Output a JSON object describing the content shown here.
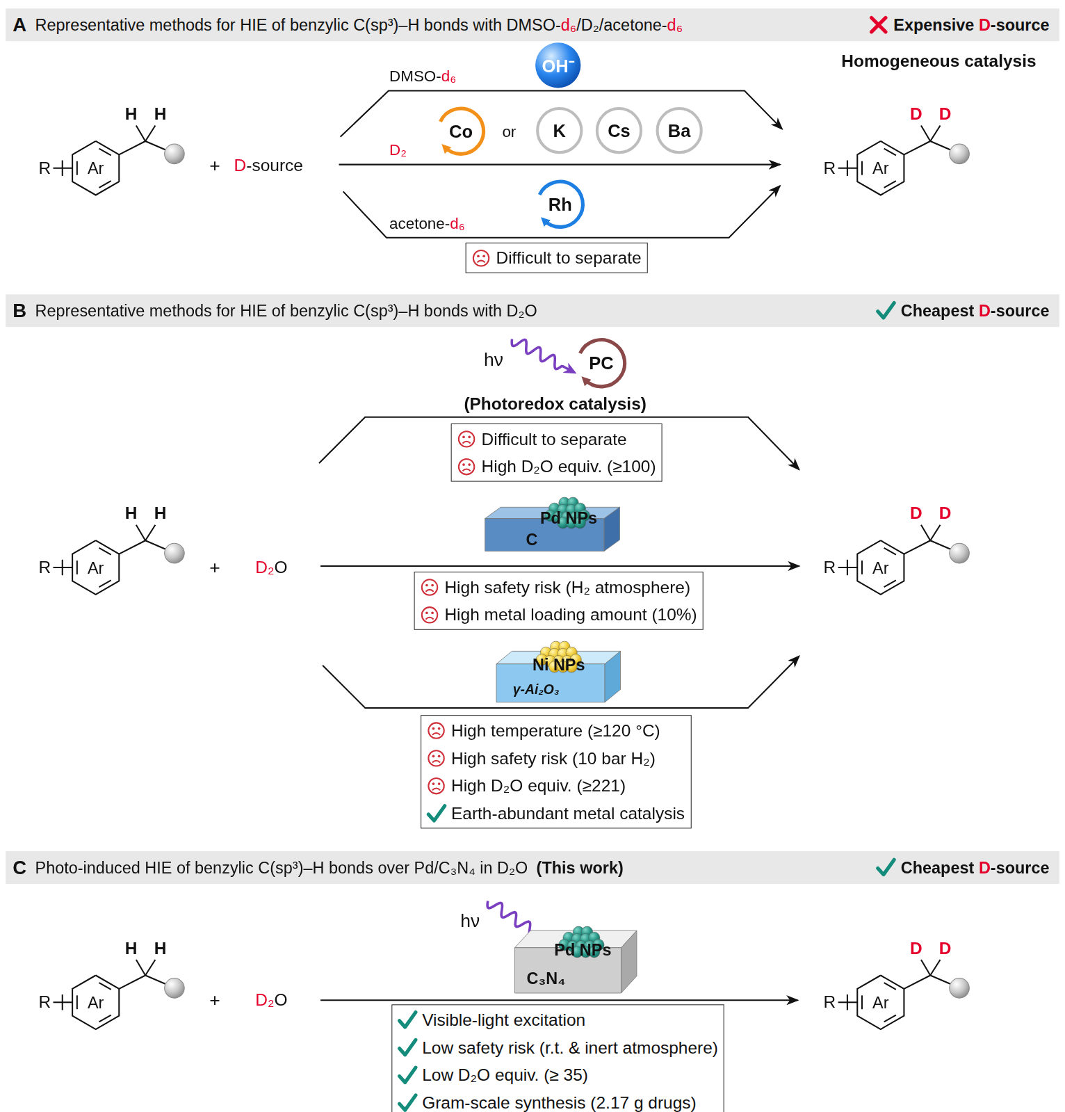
{
  "diagram": {
    "nodes": [
      {
        "text": [
          "A",
          "Representative methods for HIE of benzylic C(sp³)–H bonds with DMSO-d₆/D₂/acetone-d₆",
          "Expensive D-source"
        ]
      },
      {
        "text": [
          "OH⁻"
        ]
      },
      {
        "text": [
          "Co"
        ]
      },
      {
        "text": [
          "K"
        ]
      },
      {
        "text": [
          "Cs"
        ]
      },
      {
        "text": [
          "Ba"
        ]
      },
      {
        "text": [
          "Rh"
        ]
      },
      {
        "text": [
          "Difficult to separate"
        ]
      },
      {
        "text": [
          "B",
          "Representative methods for HIE of benzylic C(sp³)–H bonds with D₂O",
          "Cheapest D-source"
        ]
      },
      {
        "text": [
          "PC"
        ]
      },
      {
        "text": [
          "Difficult to separate",
          "High D₂O equiv. (≥100)"
        ]
      },
      {
        "text": [
          "Pd NPs",
          "C"
        ]
      },
      {
        "text": [
          "High safety risk (H₂ atmosphere)",
          "High metal loading amount (10%)"
        ]
      },
      {
        "text": [
          "Ni NPs",
          "γ-Ai₂O₃"
        ]
      },
      {
        "text": [
          "High temperature (≥120 °C)",
          "High safety risk (10 bar H₂)",
          "High D₂O equiv. (≥221)",
          "Earth-abundant metal catalysis"
        ]
      },
      {
        "text": [
          "C",
          "Photo-induced HIE of benzylic C(sp³)–H bonds over Pd/C₃N₄ in D₂O",
          "(This work)",
          "Cheapest D-source"
        ]
      },
      {
        "text": [
          "Pd NPs",
          "C₃N₄"
        ]
      },
      {
        "text": [
          "Visible-light excitation",
          "Low safety risk (r.t. & inert atmosphere)",
          "Low D₂O equiv. (≥ 35)",
          "Gram-scale synthesis (2.17 g drugs)"
        ]
      }
    ],
    "labels": [
      "H",
      "H",
      "R",
      "Ar",
      "+",
      "D-source",
      "DMSO-d₆",
      "D₂",
      "or",
      "acetone-d₆",
      "Homogeneous catalysis",
      "D",
      "D",
      "R",
      "Ar",
      "hν",
      "(Photoredox catalysis)",
      "H",
      "H",
      "R",
      "Ar",
      "+",
      "D₂O",
      "D",
      "D",
      "R",
      "Ar",
      "hν",
      "H",
      "H",
      "R",
      "Ar",
      "+",
      "D₂O",
      "D",
      "D",
      "R",
      "Ar"
    ]
  }
}
